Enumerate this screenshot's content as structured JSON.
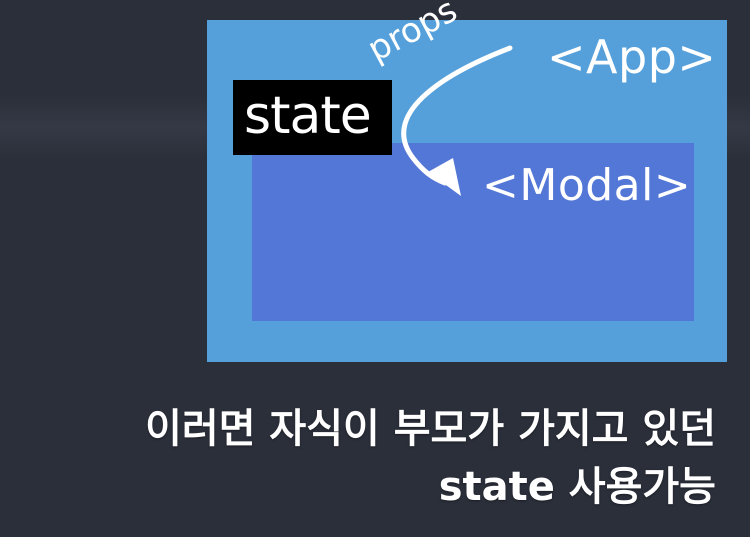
{
  "diagram": {
    "app_label": "<App>",
    "modal_label": "<Modal>",
    "state_label": "state",
    "props_label": "props"
  },
  "caption": {
    "line1": "이러면 자식이 부모가 가지고 있던",
    "line2": "state 사용가능"
  },
  "colors": {
    "background": "#2b2f3a",
    "app_box": "#55a0da",
    "modal_box": "#5377d6",
    "state_box": "#000000",
    "text": "#ffffff"
  }
}
